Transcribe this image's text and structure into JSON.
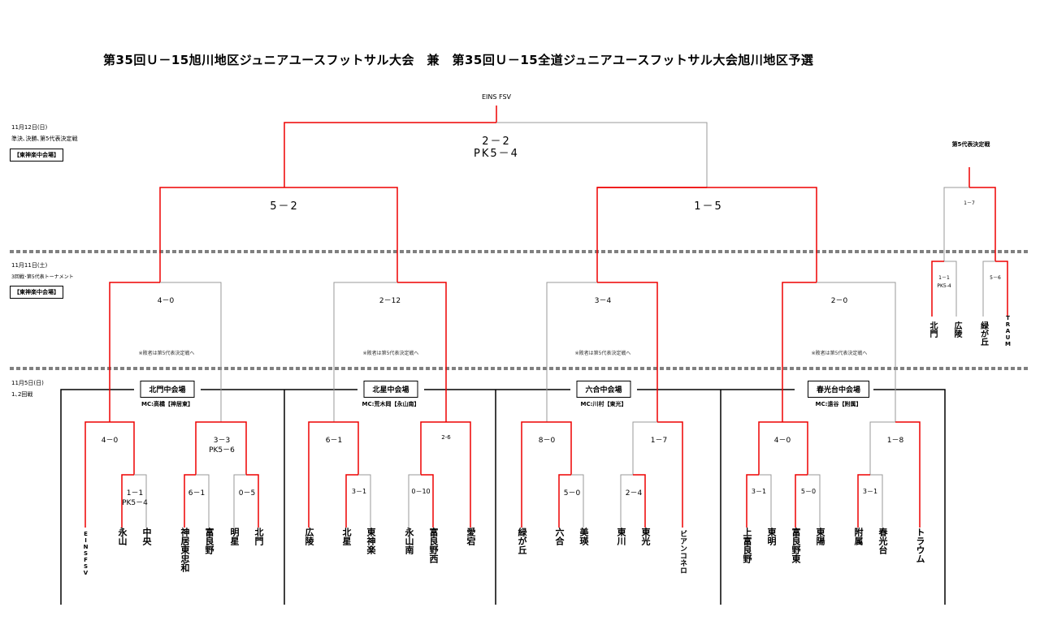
{
  "title": "第35回Ｕ－15旭川地区ジュニアユースフットサル大会　兼　第35回Ｕ－15全道ジュニアユースフットサル大会旭川地区予選",
  "champion": "EINS FSV",
  "sections": {
    "final_day": {
      "date": "11月12日(日)",
      "desc": "準決､決勝､第5代表決定戦",
      "venue": "【東神楽中会場】"
    },
    "mid_day": {
      "date": "11月11日(土)",
      "desc": "3回戦･第5代表トーナメント",
      "venue": "【東神楽中会場】"
    },
    "first_day": {
      "date": "11月5日(日)",
      "desc": "1､2回戦"
    }
  },
  "scores": {
    "final": "2－2",
    "final_pk": "PK5－4",
    "semi_left": "5－2",
    "semi_right": "1－5",
    "r3_a": "4－0",
    "r3_b": "2－12",
    "r3_c": "3－4",
    "r3_d": "2－0",
    "fifth_title": "第5代表決定戦",
    "fifth_final": "1－7",
    "fifth_a": "1－1",
    "fifth_a_pk": "PK5-4",
    "fifth_b": "5－6"
  },
  "loser_note": "※敗者は第5代表決定戦へ",
  "venues": [
    {
      "name": "北門中会場",
      "mc": "MC:高橋【神居東】"
    },
    {
      "name": "北星中会場",
      "mc": "MC:荒木岡【永山南】"
    },
    {
      "name": "六合中会場",
      "mc": "MC:川村【東光】"
    },
    {
      "name": "春光台中会場",
      "mc": "MC:遠谷【附属】"
    }
  ],
  "r2_scores": [
    "4－0",
    "3－3",
    "PK5－6",
    "6－1",
    "2-6",
    "8－0",
    "1－7",
    "4－0",
    "1－8"
  ],
  "r1_scores": [
    "1－1",
    "PK5－4",
    "6－1",
    "0－5",
    "3－1",
    "0－10",
    "5－0",
    "2－4",
    "3－1",
    "5－0",
    "3－1"
  ],
  "teams": [
    "EINSFSV",
    "永山",
    "中央",
    "神居東忠和",
    "富良野",
    "明星",
    "北門",
    "広陵",
    "北星",
    "東神楽",
    "永山南",
    "富良野西",
    "愛宕",
    "緑が丘",
    "六合",
    "美瑛",
    "東川",
    "東光",
    "ビアンコネロ",
    "上富良野",
    "東明",
    "富良野東",
    "東陽",
    "附属",
    "春光台",
    "トラウム"
  ],
  "fifth_teams": [
    "北門",
    "広陵",
    "緑が丘",
    "TRAUM"
  ]
}
